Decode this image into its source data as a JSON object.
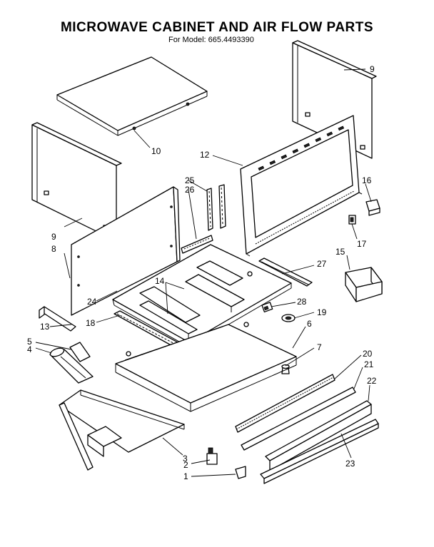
{
  "header": {
    "title": "MICROWAVE CABINET AND AIR FLOW PARTS",
    "subtitle": "For Model: 665.4493390"
  },
  "callouts": {
    "c1": "1",
    "c2": "2",
    "c3": "3",
    "c4": "4",
    "c5": "5",
    "c6": "6",
    "c7": "7",
    "c8": "8",
    "c9a": "9",
    "c9b": "9",
    "c10": "10",
    "c12": "12",
    "c13": "13",
    "c14": "14",
    "c15": "15",
    "c16": "16",
    "c17": "17",
    "c18": "18",
    "c19": "19",
    "c20": "20",
    "c21": "21",
    "c22": "22",
    "c23": "23",
    "c24": "24",
    "c25": "25",
    "c26": "26",
    "c27": "27",
    "c28": "28"
  }
}
